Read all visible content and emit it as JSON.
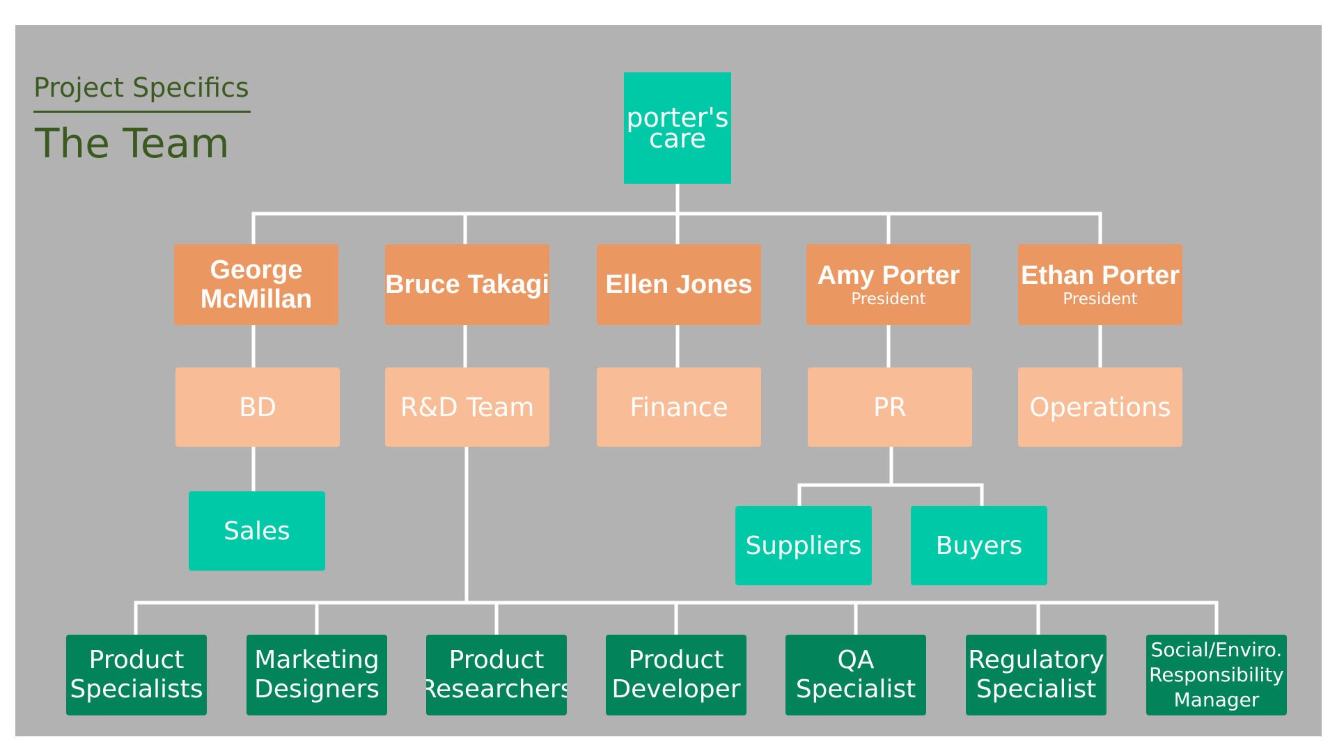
{
  "header": {
    "subtitle": "Project Specifics",
    "title": "The Team"
  },
  "logo": {
    "line1": "porter's",
    "line2": "care"
  },
  "leaders": [
    {
      "name": "George McMillan",
      "role": ""
    },
    {
      "name": "Bruce Takagi",
      "role": ""
    },
    {
      "name": "Ellen Jones",
      "role": ""
    },
    {
      "name": "Amy Porter",
      "role": "President"
    },
    {
      "name": "Ethan Porter",
      "role": "President"
    }
  ],
  "departments": [
    "BD",
    "R&D Team",
    "Finance",
    "PR",
    "Operations"
  ],
  "sub_units": {
    "sales": "Sales",
    "suppliers": "Suppliers",
    "buyers": "Buyers"
  },
  "rnd_roles": [
    "Product\nSpecialists",
    "Marketing\nDesigners",
    "Product\nResearchers",
    "Product\nDeveloper",
    "QA\nSpecialist",
    "Regulatory\nSpecialist",
    "Social/Enviro.\nResponsibility\nManager"
  ],
  "colors": {
    "background": "#b2b2b2",
    "teal": "#00c9a7",
    "leader_orange": "#eb9762",
    "dept_peach": "#f8bd96",
    "role_green": "#02835a",
    "header_green": "#3b5a1f",
    "connector": "#ffffff"
  }
}
